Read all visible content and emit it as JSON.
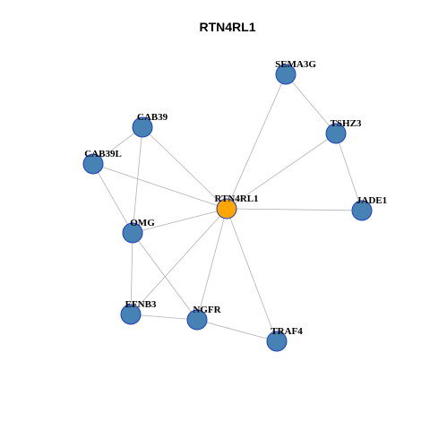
{
  "title": "RTN4RL1",
  "colors": {
    "center_node": "#ffa500",
    "neighbor_node": "#4682b4",
    "node_border": "#1f3fbf",
    "edge": "#b3b3b3"
  },
  "nodes": [
    {
      "id": "RTN4RL1",
      "label": "RTN4RL1",
      "role": "center"
    },
    {
      "id": "SEMA3G",
      "label": "SEMA3G",
      "role": "neighbor"
    },
    {
      "id": "TSHZ3",
      "label": "TSHZ3",
      "role": "neighbor"
    },
    {
      "id": "JADE1",
      "label": "JADE1",
      "role": "neighbor"
    },
    {
      "id": "CAB39",
      "label": "CAB39",
      "role": "neighbor"
    },
    {
      "id": "CAB39L",
      "label": "CAB39L",
      "role": "neighbor"
    },
    {
      "id": "OMG",
      "label": "OMG",
      "role": "neighbor"
    },
    {
      "id": "EFNB3",
      "label": "EFNB3",
      "role": "neighbor"
    },
    {
      "id": "NGFR",
      "label": "NGFR",
      "role": "neighbor"
    },
    {
      "id": "TRAF4",
      "label": "TRAF4",
      "role": "neighbor"
    }
  ],
  "edges": [
    [
      "SEMA3G",
      "TSHZ3"
    ],
    [
      "SEMA3G",
      "RTN4RL1"
    ],
    [
      "TSHZ3",
      "RTN4RL1"
    ],
    [
      "TSHZ3",
      "JADE1"
    ],
    [
      "JADE1",
      "RTN4RL1"
    ],
    [
      "CAB39",
      "RTN4RL1"
    ],
    [
      "CAB39",
      "CAB39L"
    ],
    [
      "CAB39",
      "OMG"
    ],
    [
      "CAB39L",
      "RTN4RL1"
    ],
    [
      "CAB39L",
      "OMG"
    ],
    [
      "OMG",
      "RTN4RL1"
    ],
    [
      "OMG",
      "EFNB3"
    ],
    [
      "OMG",
      "NGFR"
    ],
    [
      "RTN4RL1",
      "EFNB3"
    ],
    [
      "RTN4RL1",
      "NGFR"
    ],
    [
      "RTN4RL1",
      "TRAF4"
    ],
    [
      "EFNB3",
      "NGFR"
    ],
    [
      "NGFR",
      "TRAF4"
    ]
  ]
}
